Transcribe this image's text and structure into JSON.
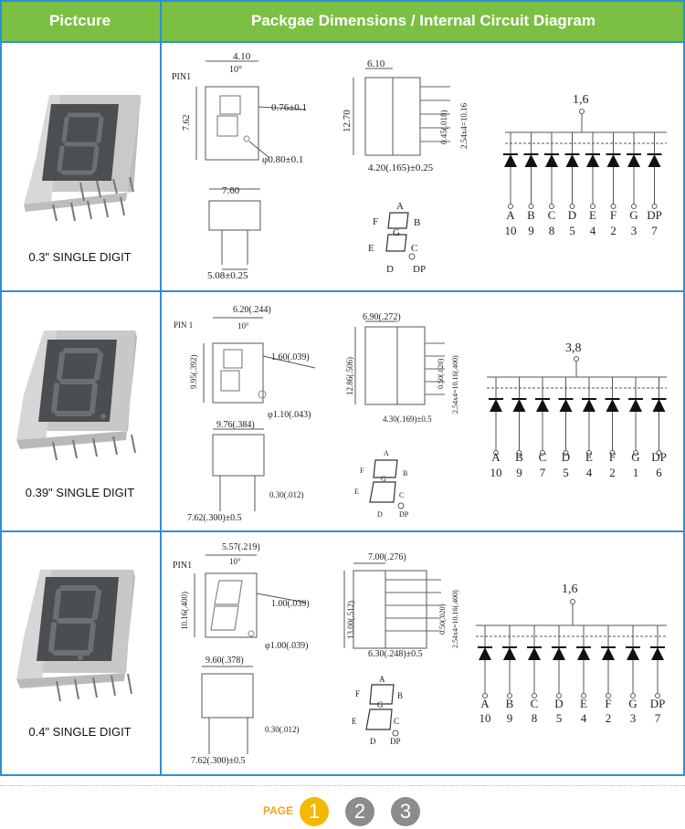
{
  "header": {
    "col1": "Pictcure",
    "col2": "Packgae Dimensions / Internal Circuit Diagram"
  },
  "rows": [
    {
      "caption": "0.3\" SINGLE DIGIT",
      "dims": {
        "pin1": "PIN1",
        "w": "4.10",
        "angle": "10°",
        "h": "7.62",
        "seg": "0.76±0.1",
        "pin_d": "φ0.80±0.1",
        "depth": "6.10",
        "height": "12.70",
        "pin_w": "0.45(.018)",
        "pitch": "2.54x4=10.16",
        "side_w": "4.20(.165)±0.25",
        "bottom_w": "7.60",
        "pin_span": "5.08±0.25"
      },
      "common": "1,6",
      "segs": [
        "A",
        "B",
        "C",
        "D",
        "E",
        "F",
        "G",
        "DP"
      ],
      "pins": [
        "10",
        "9",
        "8",
        "5",
        "4",
        "2",
        "3",
        "7"
      ]
    },
    {
      "caption": "0.39\" SINGLE DIGIT",
      "dims": {
        "pin1": "PIN 1",
        "w": "6.20(.244)",
        "angle": "10°",
        "h": "9.95(.392)",
        "seg": "1.60(.039)",
        "pin_d": "φ1.10(.043)",
        "depth": "6.90(.272)",
        "height": "12.86(.506)",
        "pin_w": "0.50(.020)",
        "pitch": "2.54x4=10.16(.400)",
        "side_w": "4.30(.169)±0.5",
        "bottom_w": "9.76(.384)",
        "pin_thk": "0.30(.012)",
        "pin_span": "7.62(.300)±0.5"
      },
      "common": "3,8",
      "segs": [
        "A",
        "B",
        "C",
        "D",
        "E",
        "F",
        "G",
        "DP"
      ],
      "pins": [
        "10",
        "9",
        "7",
        "5",
        "4",
        "2",
        "1",
        "6"
      ]
    },
    {
      "caption": "0.4\" SINGLE DIGIT",
      "dims": {
        "pin1": "PIN1",
        "w": "5.57(.219)",
        "angle": "10°",
        "h": "10.16(.400)",
        "seg": "1.00(.039)",
        "pin_d": "φ1.00(.039)",
        "depth": "7.00(.276)",
        "height": "13.00(.512)",
        "pin_w": "0.50(.020)",
        "pitch": "2.54x4=10.16(.400)",
        "side_w": "6.30(.248)±0.5",
        "bottom_w": "9.60(.378)",
        "pin_thk": "0.30(.012)",
        "pin_span": "7.62(.300)±0.5"
      },
      "common": "1,6",
      "segs": [
        "A",
        "B",
        "C",
        "D",
        "E",
        "F",
        "G",
        "DP"
      ],
      "pins": [
        "10",
        "9",
        "8",
        "5",
        "4",
        "2",
        "3",
        "7"
      ]
    }
  ],
  "footer": {
    "page_label": "PAGE",
    "pages": [
      "1",
      "2",
      "3"
    ],
    "active_color": "#f5b800",
    "inactive_color": "#8c8c8c"
  }
}
